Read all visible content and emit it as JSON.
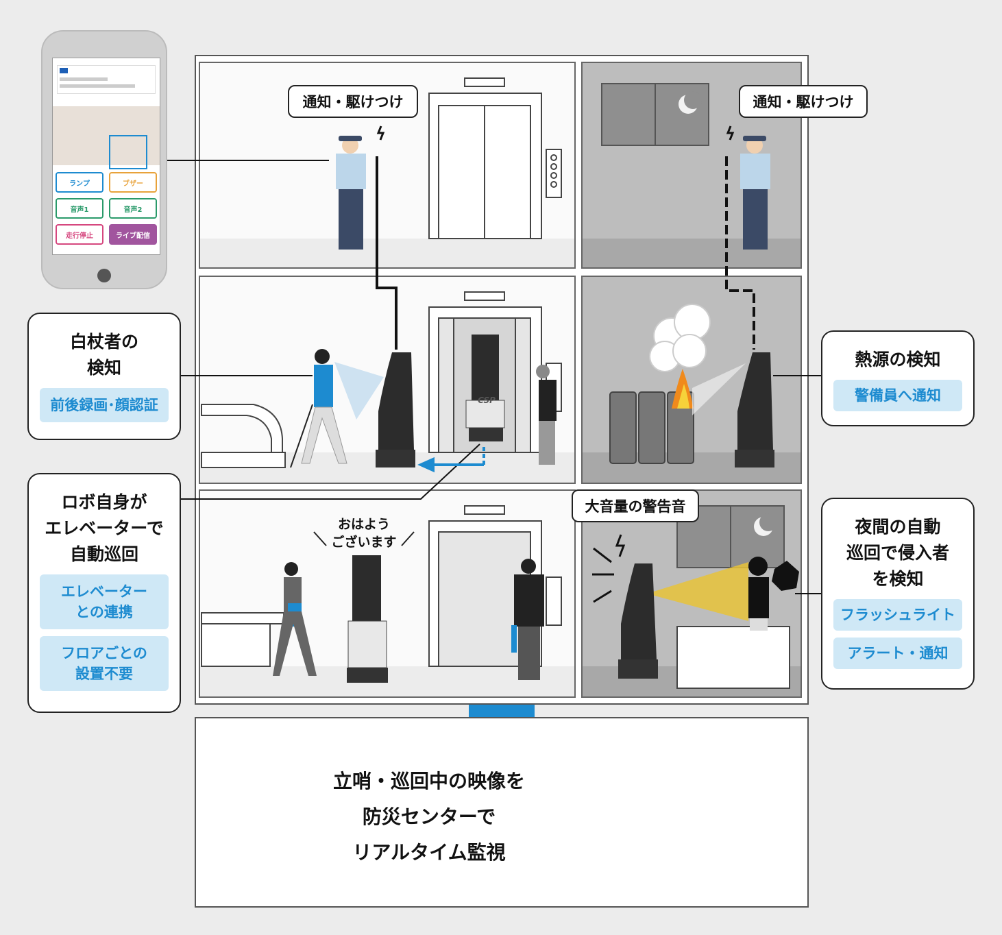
{
  "phone": {
    "buttons": [
      "ランプ",
      "ブザー",
      "音声1",
      "音声2",
      "走行停止",
      "ライブ配信"
    ]
  },
  "labels": {
    "notify_left": "通知・駆けつけ",
    "notify_right": "通知・駆けつけ",
    "loud_alarm": "大音量の警告音",
    "greeting": "おはよう\nございます"
  },
  "callouts": {
    "white_cane": {
      "title": "白杖者の\n検知",
      "tags": [
        "前後録画･顔認証"
      ]
    },
    "elevator": {
      "title": "ロボ自身が\nエレベーターで\n自動巡回",
      "tags": [
        "エレベーター\nとの連携",
        "フロアごとの\n設置不要"
      ]
    },
    "heat": {
      "title": "熱源の検知",
      "tags": [
        "警備員へ通知"
      ]
    },
    "night": {
      "title": "夜間の自動\n巡回で侵入者\nを検知",
      "tags": [
        "フラッシュライト",
        "アラート・通知"
      ]
    }
  },
  "robot_brand": "CSP",
  "bottom_text": "立哨・巡回中の映像を\n防災センターで\nリアルタイム監視",
  "colors": {
    "accent_blue": "#1d8bd0",
    "tag_bg": "#cfe8f6",
    "night_bg": "#bdbdbd",
    "alert_yellow": "#e8c33a"
  }
}
